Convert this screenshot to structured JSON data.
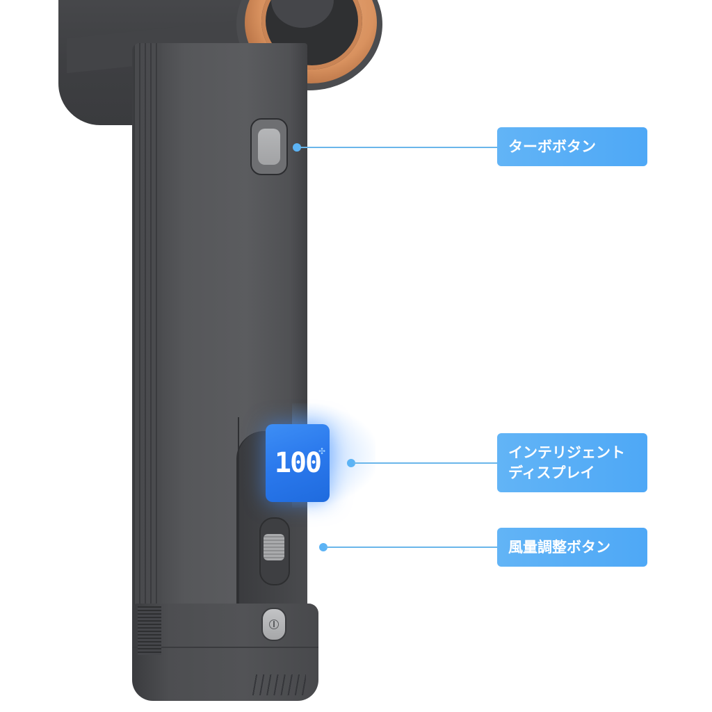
{
  "product": {
    "display_value": "100",
    "display_fan_icon": "fan-icon",
    "power_icon": "power-icon"
  },
  "callouts": [
    {
      "label": "ターボボタン",
      "target": "turbo-button"
    },
    {
      "label_line1": "インテリジェント",
      "label_line2": "ディスプレイ",
      "target": "display"
    },
    {
      "label": "風量調整ボタン",
      "target": "speed-slider"
    }
  ],
  "colors": {
    "label_bg": "#5aaef6",
    "callout_line": "#6ab6ea",
    "display_blue": "#2a78ec",
    "accent_copper": "#d9925f",
    "body_gray": "#56575a"
  }
}
